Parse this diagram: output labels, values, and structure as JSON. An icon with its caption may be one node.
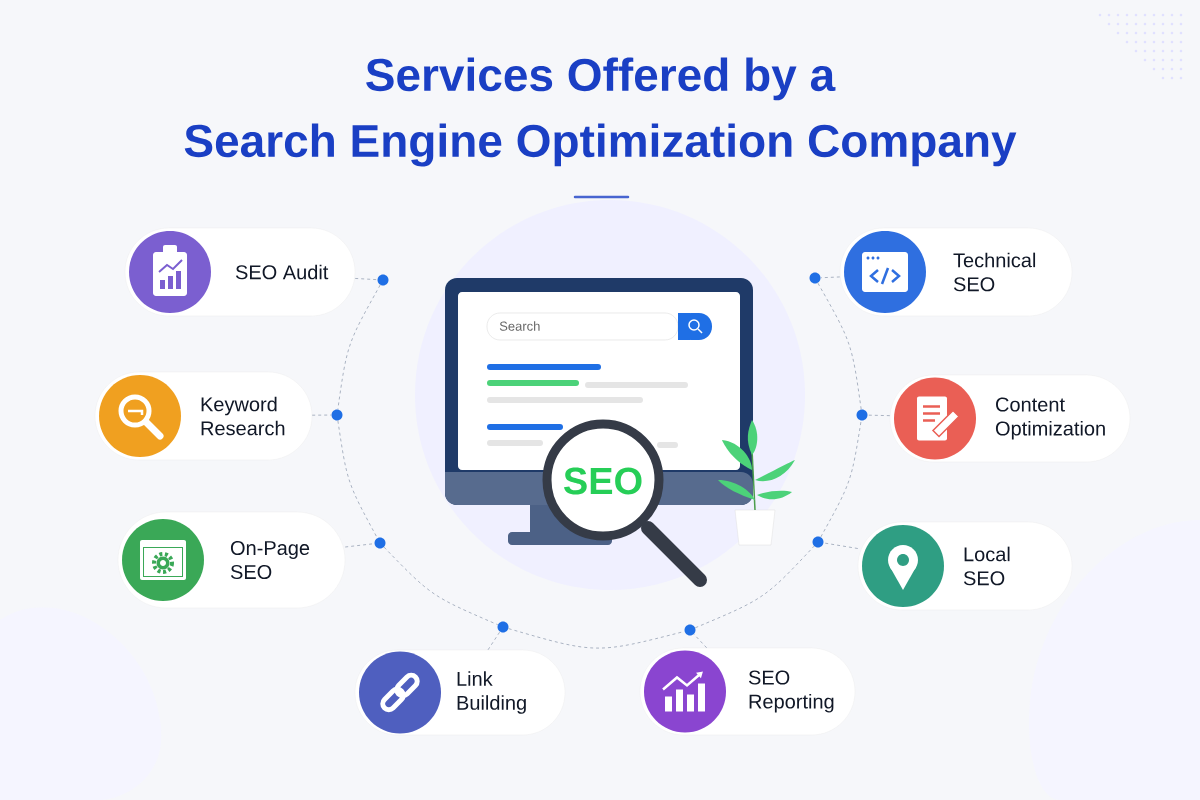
{
  "diagram": {
    "title": "Services Offered by a Search Engine Optimization Company",
    "nodes": [
      {
        "text": [
          "SEO Audit"
        ]
      },
      {
        "text": [
          "Technical SEO"
        ]
      },
      {
        "text": [
          "Keyword Research"
        ]
      },
      {
        "text": [
          "Content Optimization"
        ]
      },
      {
        "text": [
          "On-Page SEO"
        ]
      },
      {
        "text": [
          "Local SEO"
        ]
      },
      {
        "text": [
          "Link Building"
        ]
      },
      {
        "text": [
          "SEO Reporting"
        ]
      },
      {
        "text": [],
        "shape": "circle"
      },
      {
        "text": [],
        "shape": "circle"
      },
      {
        "text": [],
        "shape": "circle"
      },
      {
        "text": [],
        "shape": "circle"
      },
      {
        "text": [],
        "shape": "circle"
      },
      {
        "text": [],
        "shape": "circle"
      },
      {
        "text": [],
        "shape": "circle"
      },
      {
        "text": [],
        "shape": "circle"
      }
    ],
    "edges": [
      {
        "from": 0,
        "to": 8,
        "arrow": "none",
        "style": "dashed"
      },
      {
        "from": 1,
        "to": 9,
        "arrow": "none",
        "style": "dashed"
      },
      {
        "from": 2,
        "to": 10,
        "arrow": "none",
        "style": "dashed"
      },
      {
        "from": 3,
        "to": 11,
        "arrow": "none",
        "style": "dashed"
      },
      {
        "from": 4,
        "to": 12,
        "arrow": "none",
        "style": "dashed"
      },
      {
        "from": 5,
        "to": 13,
        "arrow": "none",
        "style": "dashed"
      },
      {
        "from": 6,
        "to": 14,
        "arrow": "none",
        "style": "dashed"
      },
      {
        "from": 7,
        "to": 15,
        "arrow": "none",
        "style": "dashed"
      },
      {
        "from": 8,
        "to": 10,
        "arrow": "none",
        "style": "dashed"
      },
      {
        "from": 10,
        "to": 12,
        "arrow": "none",
        "style": "dashed"
      },
      {
        "from": 12,
        "to": 14,
        "arrow": "none",
        "style": "dashed"
      },
      {
        "from": 14,
        "to": 15,
        "arrow": "none",
        "style": "dashed"
      },
      {
        "from": 15,
        "to": 13,
        "arrow": "none",
        "style": "dashed"
      },
      {
        "from": 13,
        "to": 11,
        "arrow": "none",
        "style": "dashed"
      },
      {
        "from": 11,
        "to": 9,
        "arrow": "none",
        "style": "dashed"
      }
    ],
    "labels": [
      "Search",
      "SEO"
    ]
  }
}
